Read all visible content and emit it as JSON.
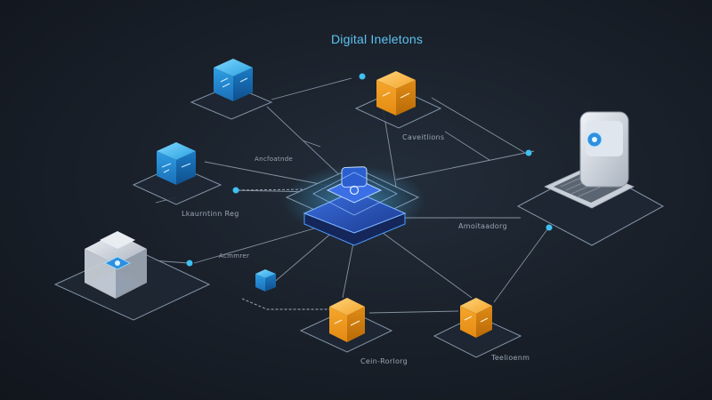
{
  "diagram": {
    "title": "Digital Ineletons",
    "labels": {
      "node_a": "Caveitlions",
      "node_b": "Lkaurntinn Reg",
      "node_c": "Amoitaadorg",
      "node_d": "Cein-Rorlorg",
      "node_e": "Teelioenm",
      "edge_a": "Ancfoatnde",
      "edge_b": "Acmmrer"
    }
  }
}
